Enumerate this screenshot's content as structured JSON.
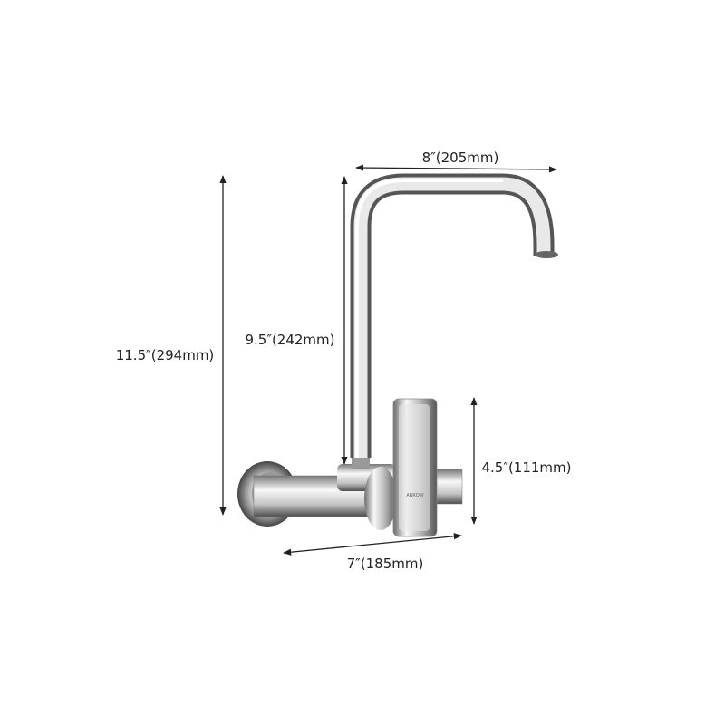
{
  "dimensions": {
    "spout_reach": "8″(205mm)",
    "spout_height": "9.5″(242mm)",
    "total_height": "11.5″(294mm)",
    "handle_height": "4.5″(111mm)",
    "body_length": "7″(185mm)"
  },
  "product": {
    "brand_mark": "ARROW"
  },
  "colors": {
    "line": "#222222",
    "chrome_light": "#f4f4f4",
    "chrome_dark": "#5a5a5a"
  }
}
